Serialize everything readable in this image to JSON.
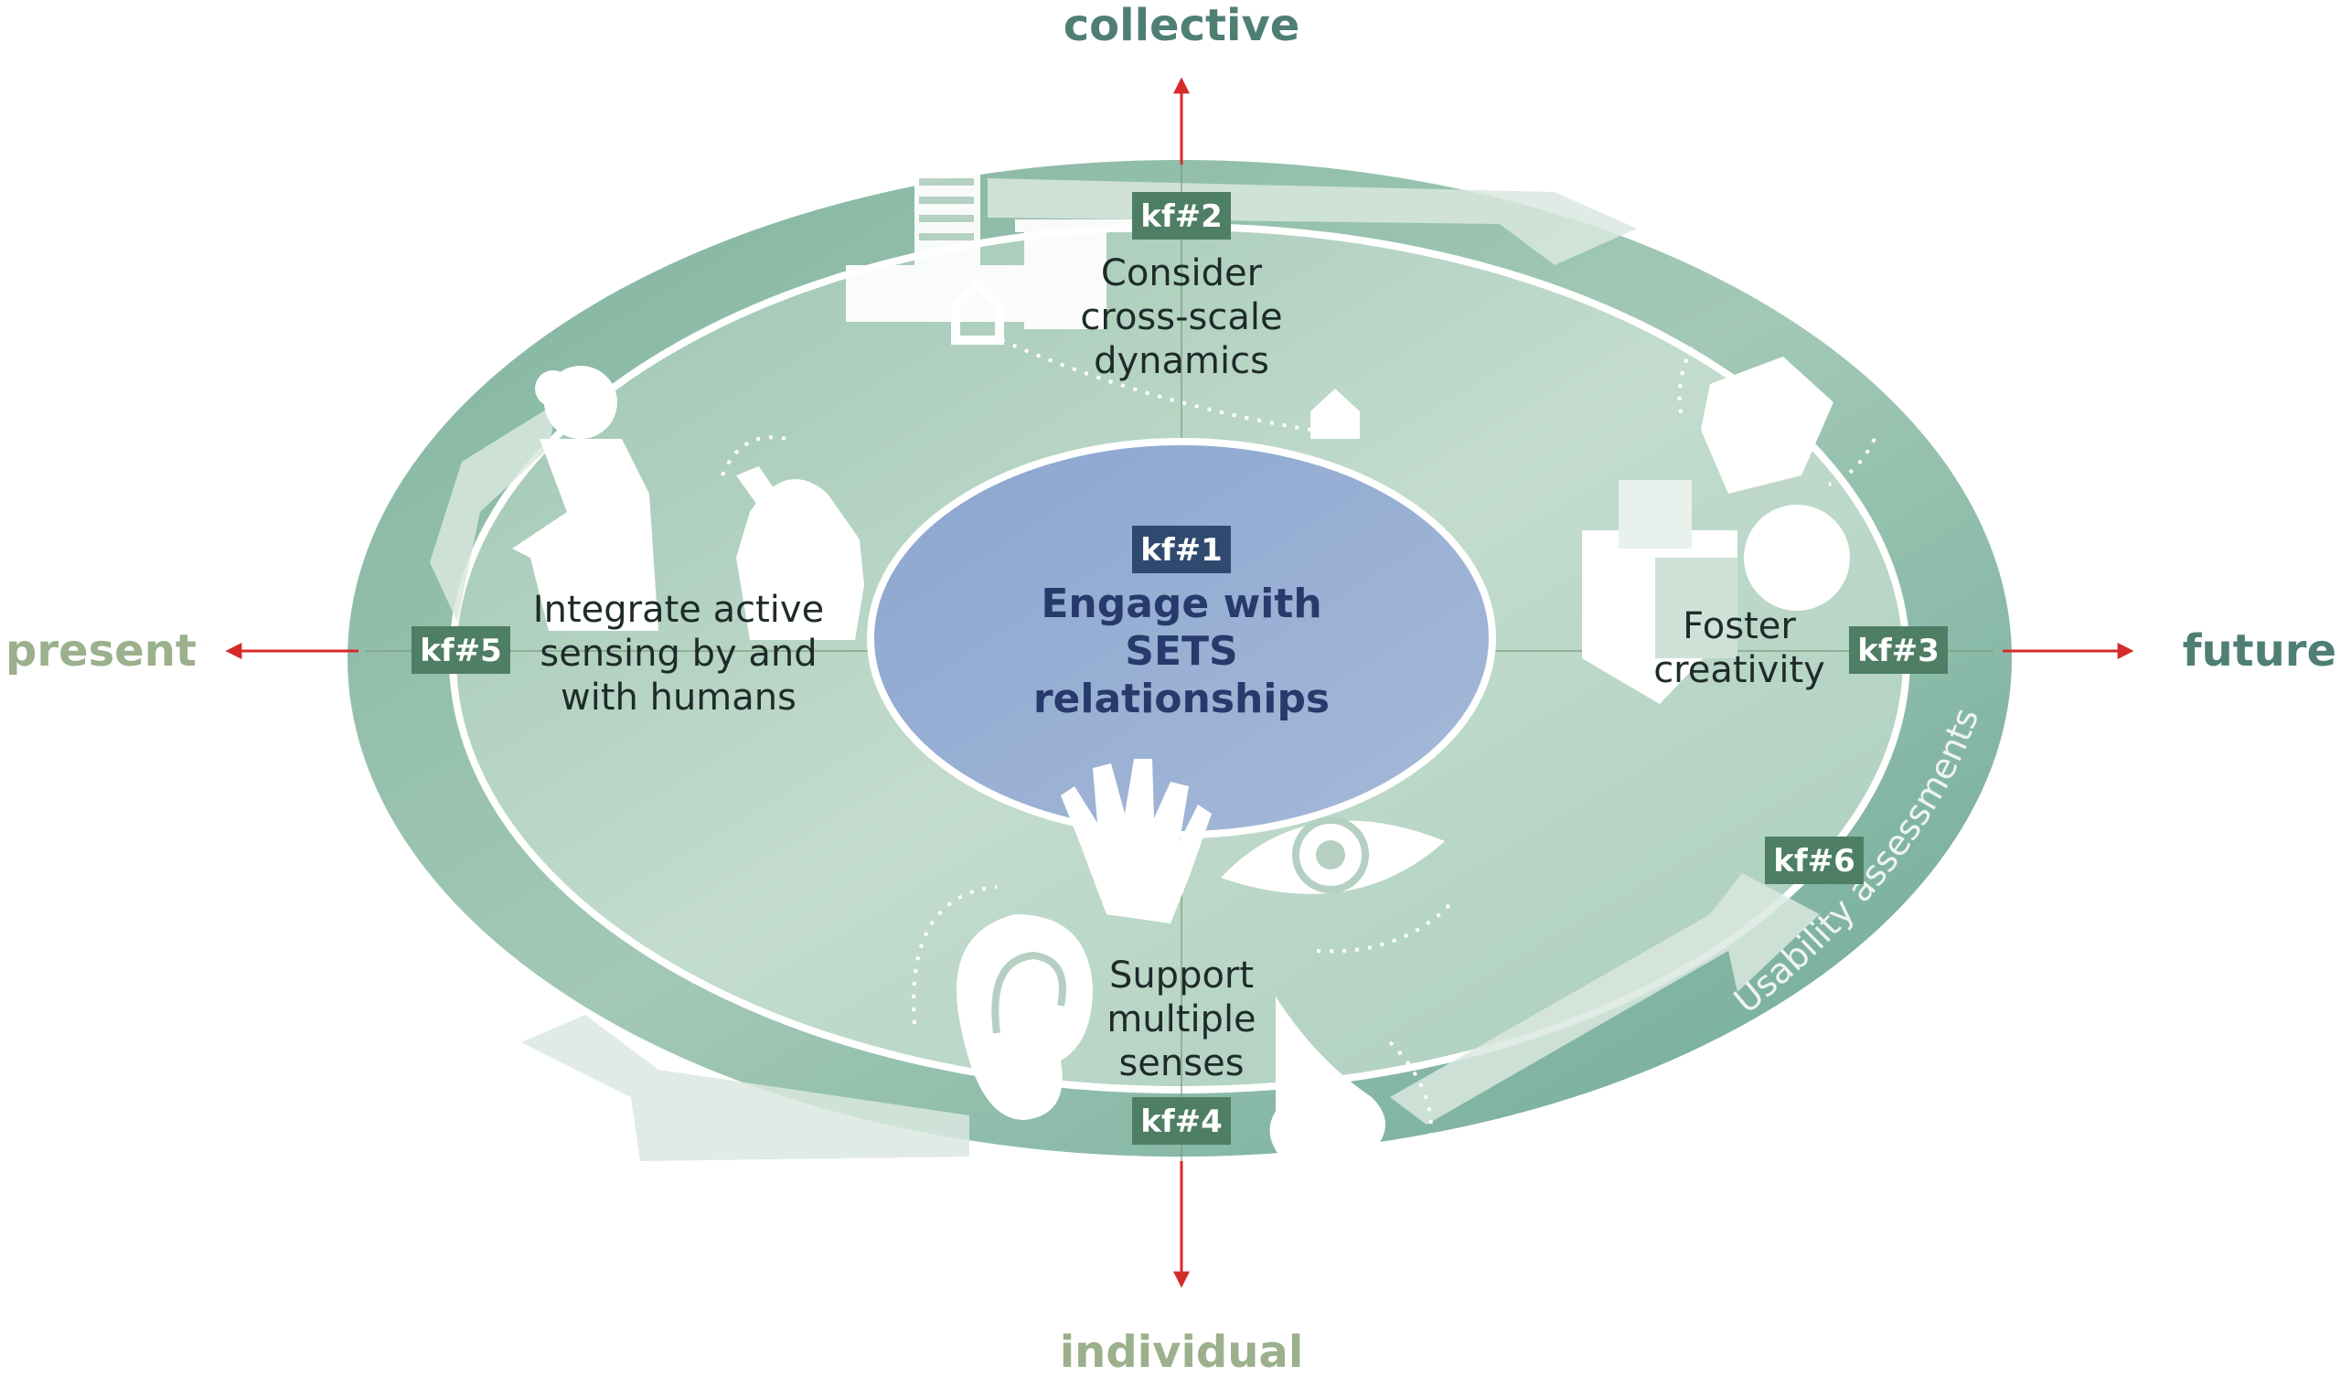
{
  "axes": {
    "top": "collective",
    "bottom": "individual",
    "left": "present",
    "right": "future"
  },
  "center": {
    "badge": "kf#1",
    "line1": "Engage with",
    "line2": "SETS",
    "line3": "relationships"
  },
  "factors": {
    "kf2": {
      "badge": "kf#2",
      "line1": "Consider",
      "line2": "cross-scale",
      "line3": "dynamics"
    },
    "kf3": {
      "badge": "kf#3",
      "line1": "Foster",
      "line2": "creativity"
    },
    "kf4": {
      "badge": "kf#4",
      "line1": "Support",
      "line2": "multiple",
      "line3": "senses"
    },
    "kf5": {
      "badge": "kf#5",
      "line1": "Integrate active",
      "line2": "sensing by and",
      "line3": "with humans"
    },
    "kf6": {
      "badge": "kf#6",
      "arc_text": "Usability assessments"
    }
  },
  "colors": {
    "axis_arrow": "#d42a2a",
    "label_top_right": "#4f7f74",
    "label_bottom_left": "#9bb08c",
    "badge_green": "#4e7e64",
    "badge_dark": "#2f4a6e",
    "outer_ellipse": "#8dbda8",
    "center_ellipse": "#8fa8cf"
  },
  "icons": [
    "buildings-icon",
    "house-icon",
    "blocks-icon",
    "person-icon",
    "hand-icon",
    "eye-icon",
    "ear-icon",
    "nose-icon"
  ]
}
